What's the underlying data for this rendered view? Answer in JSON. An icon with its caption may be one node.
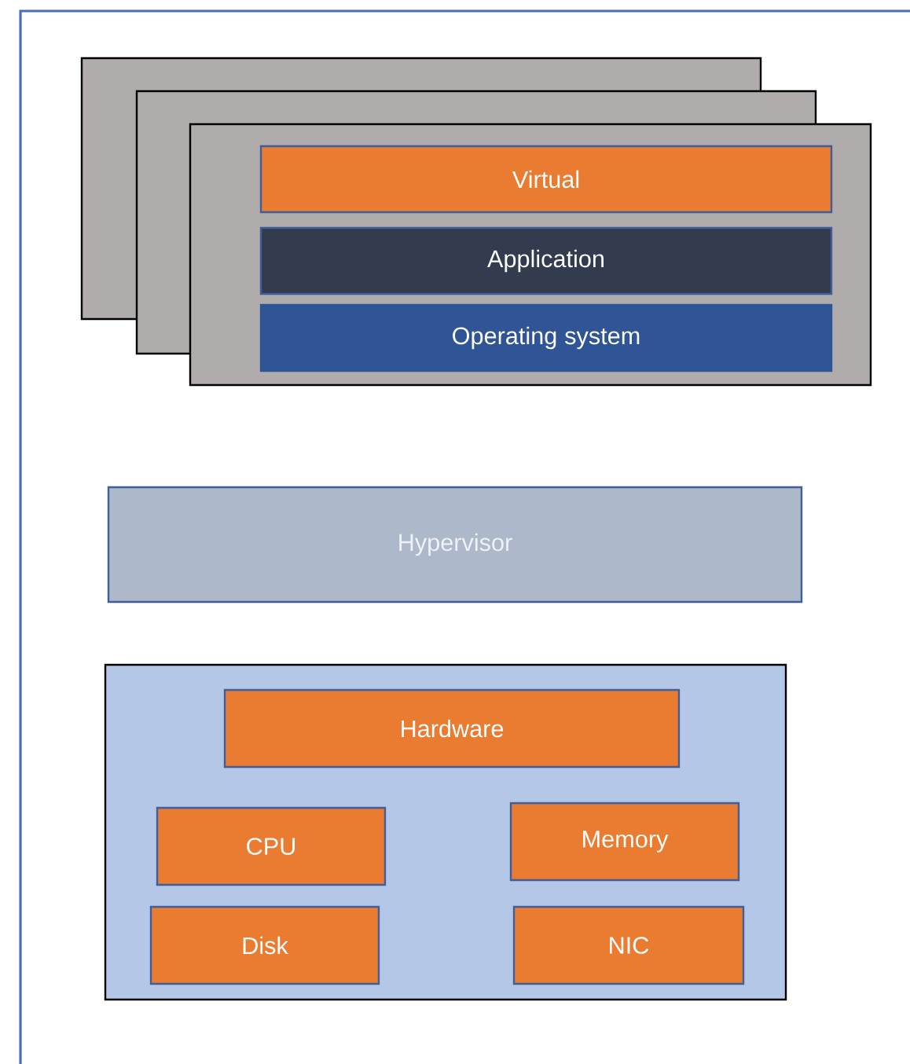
{
  "diagram": {
    "nodes": [
      {
        "text": [],
        "shape": "box"
      },
      {
        "text": [],
        "shape": "box"
      },
      {
        "text": [],
        "shape": "box"
      },
      {
        "text": [
          "Virtual"
        ],
        "in": 2
      },
      {
        "text": [
          "Application"
        ],
        "in": 2
      },
      {
        "text": [
          "Operating system"
        ],
        "in": 2
      },
      {
        "text": [
          "Hypervisor"
        ]
      },
      {
        "text": [],
        "shape": "box"
      },
      {
        "text": [
          "Hardware"
        ],
        "in": 7
      },
      {
        "text": [
          "CPU"
        ],
        "in": 7
      },
      {
        "text": [
          "Memory"
        ],
        "in": 7
      },
      {
        "text": [
          "Disk"
        ],
        "in": 7
      },
      {
        "text": [
          "NIC"
        ],
        "in": 7
      }
    ]
  }
}
